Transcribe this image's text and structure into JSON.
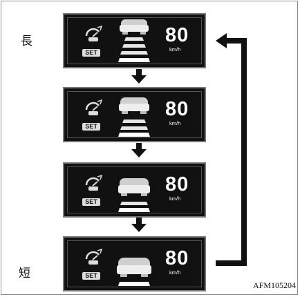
{
  "labels": {
    "long": "長",
    "short": "短"
  },
  "panels": [
    {
      "speed": "80",
      "unit": "km/h",
      "set": "SET",
      "gap_bars": 4
    },
    {
      "speed": "80",
      "unit": "km/h",
      "set": "SET",
      "gap_bars": 3
    },
    {
      "speed": "80",
      "unit": "km/h",
      "set": "SET",
      "gap_bars": 2
    },
    {
      "speed": "80",
      "unit": "km/h",
      "set": "SET",
      "gap_bars": 1
    }
  ],
  "figure_code": "AFM105204"
}
